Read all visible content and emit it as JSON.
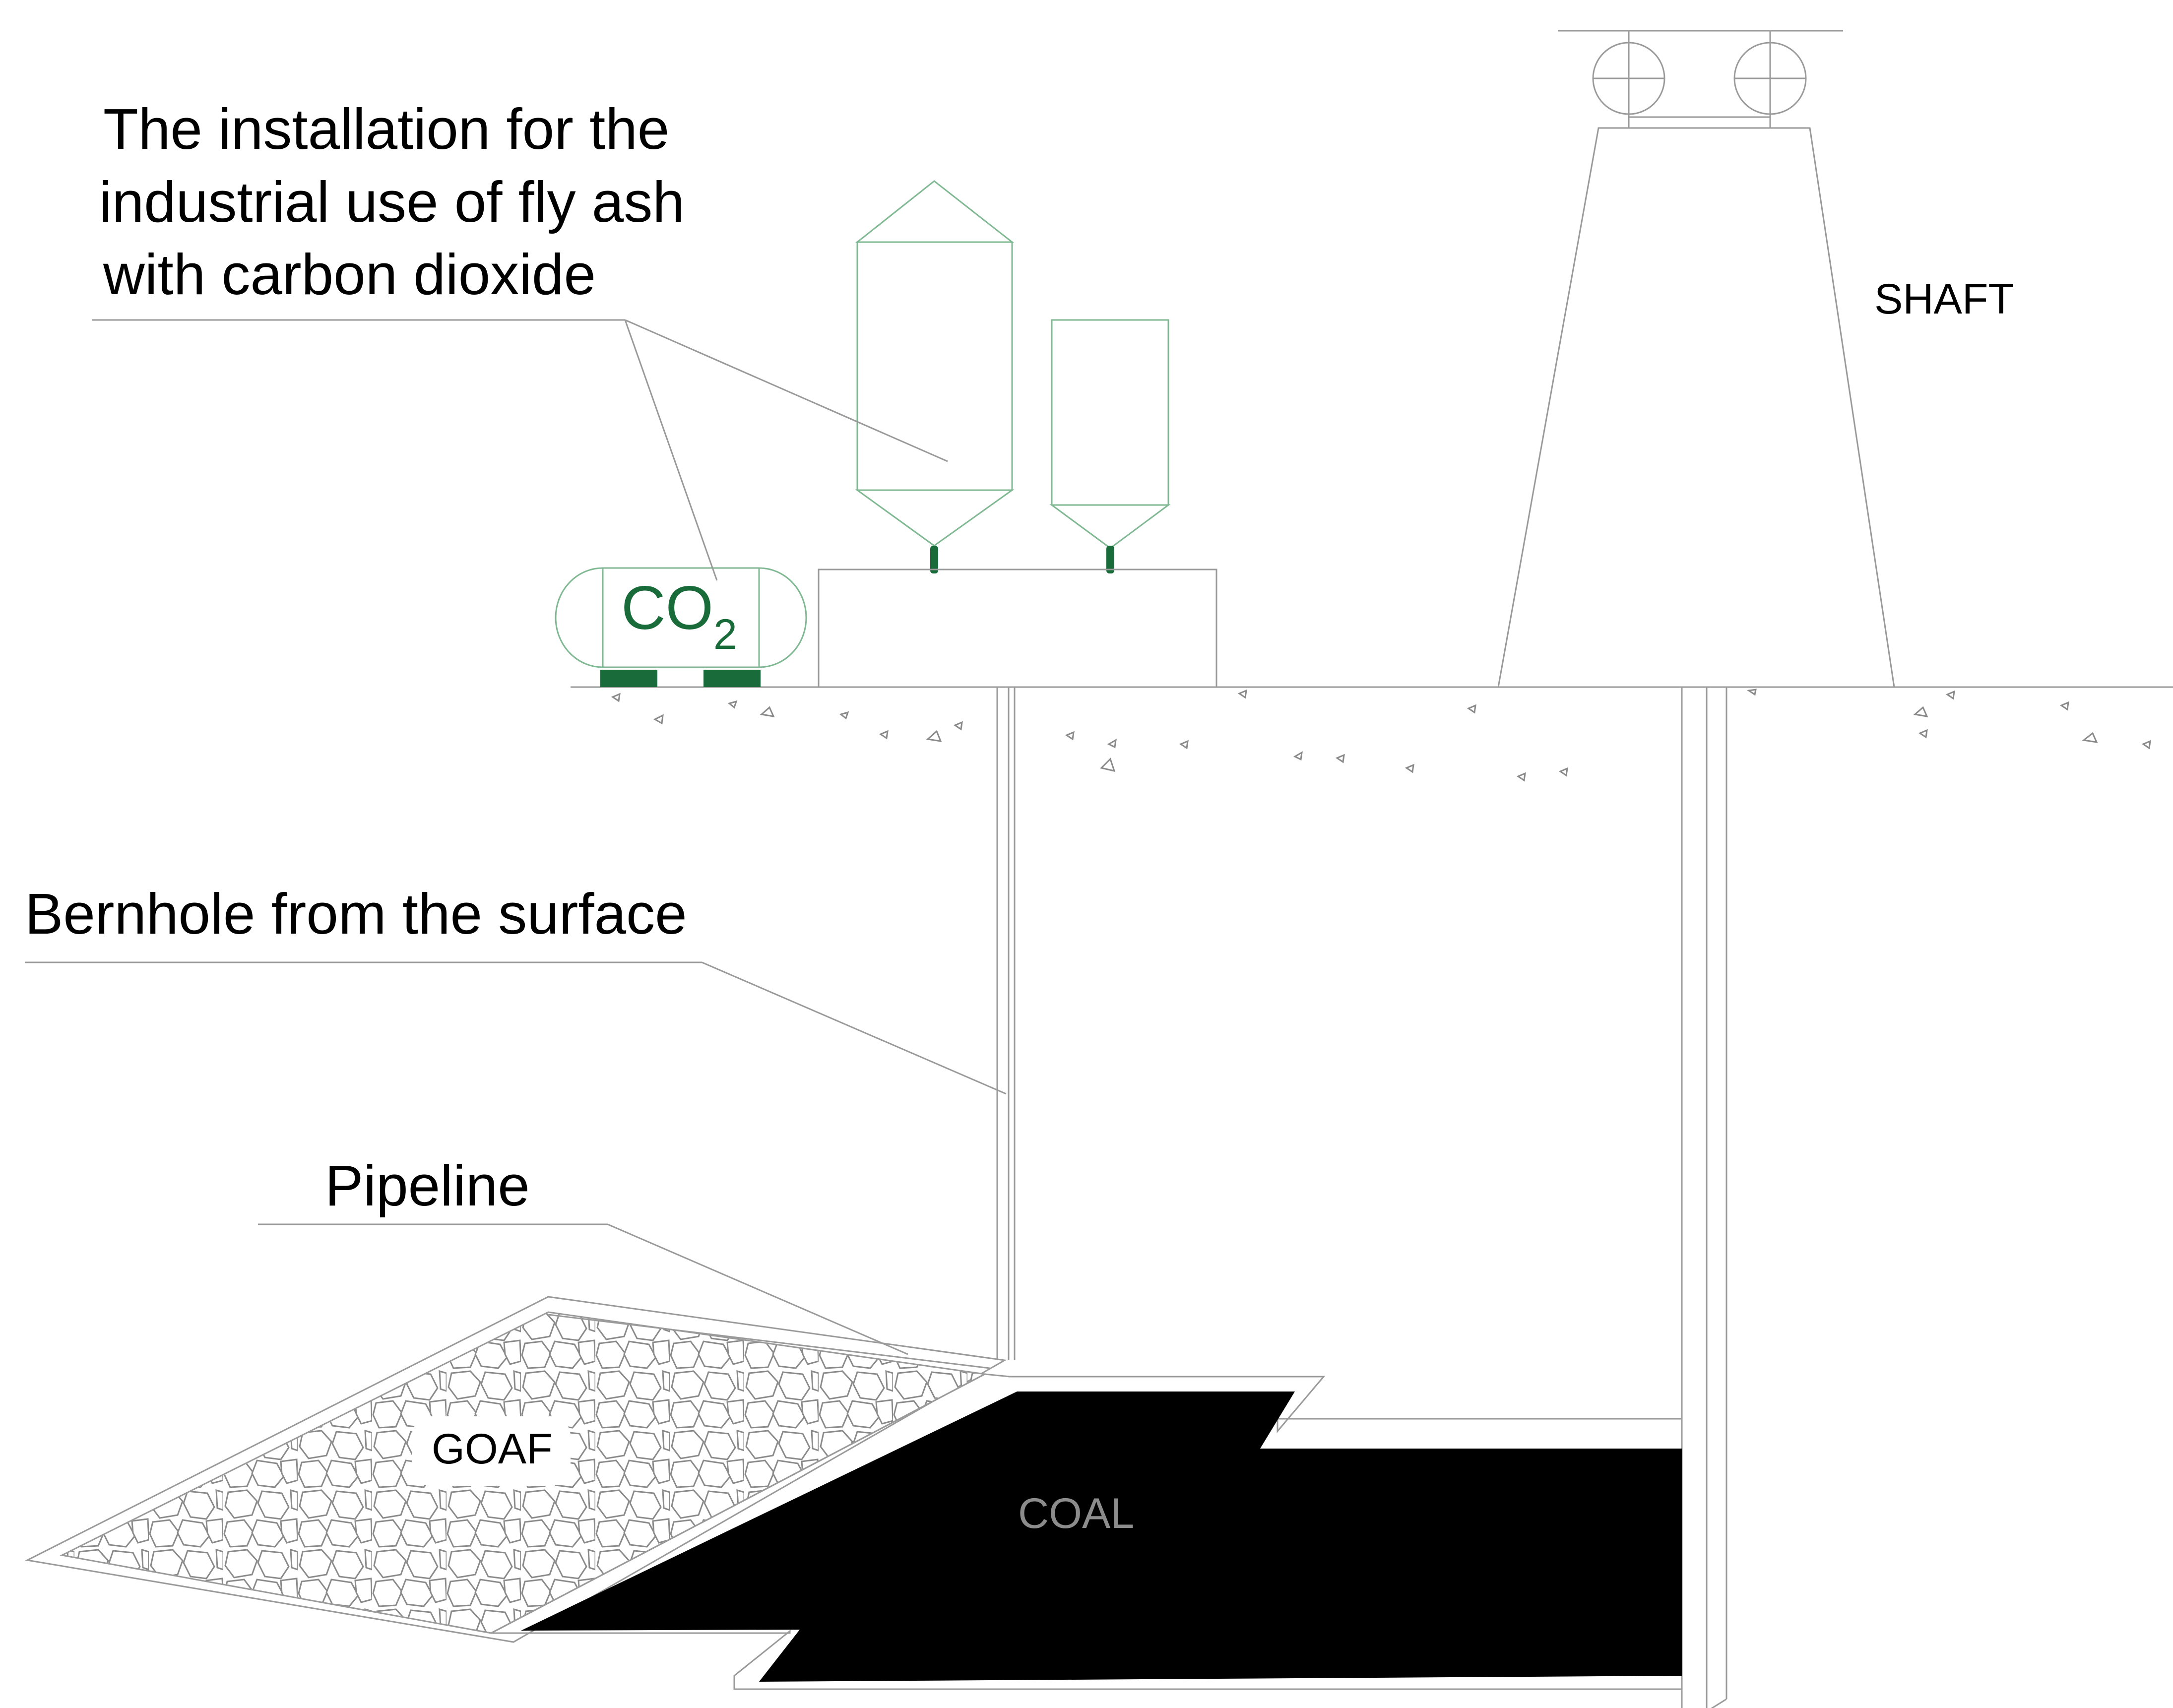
{
  "labels": {
    "installation_line1": "The installation for the",
    "installation_line2": "industrial use of fly ash",
    "installation_line3": "with carbon dioxide",
    "borehole": "Bernhole from the surface",
    "pipeline": "Pipeline",
    "shaft": "SHAFT",
    "goaf": "GOAF",
    "coal": "COAL",
    "co2_main": "CO",
    "co2_sub": "2"
  },
  "colors": {
    "line": "#9a9a9a",
    "equipment_line": "#7fb892",
    "equipment_accent": "#1a6b3a",
    "coal_fill": "#000000",
    "coal_text": "#8c8c8c",
    "text": "#000000"
  }
}
